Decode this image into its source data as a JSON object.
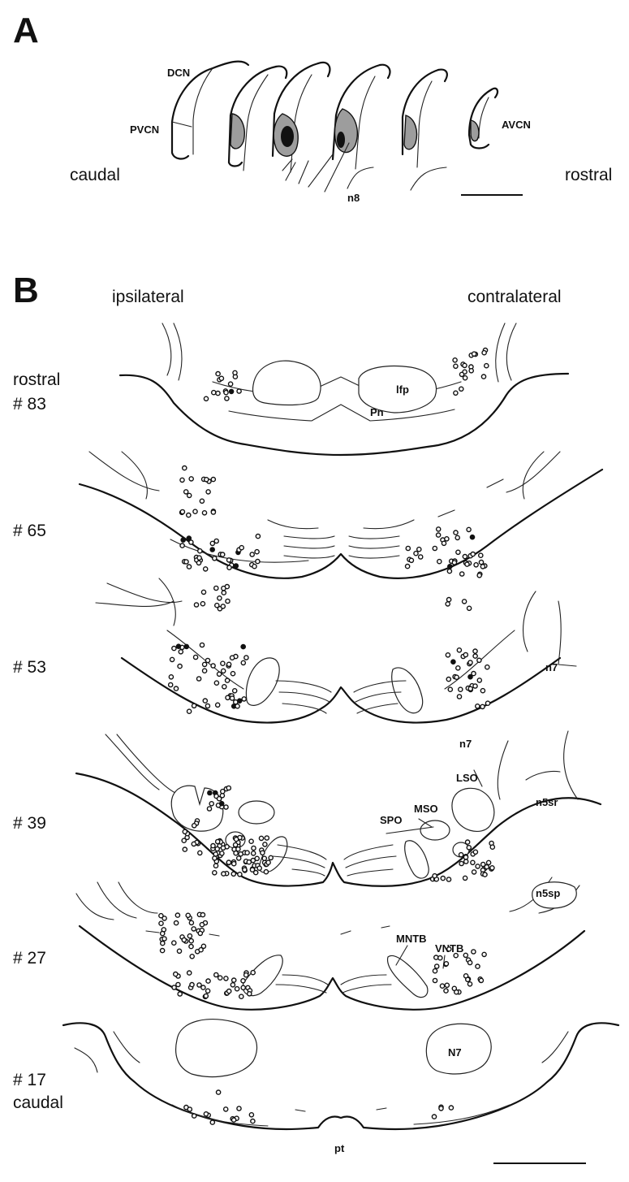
{
  "panelA": {
    "letter": "A",
    "caudal": "caudal",
    "rostral": "rostral",
    "dcn": "DCN",
    "pvcn": "PVCN",
    "avcn": "AVCN",
    "n8": "n8"
  },
  "panelB": {
    "letter": "B",
    "ipsilateral": "ipsilateral",
    "contralateral": "contralateral",
    "rostral": "rostral",
    "caudal": "caudal",
    "s83": "# 83",
    "s65": "# 65",
    "s53": "# 53",
    "s39": "# 39",
    "s27": "# 27",
    "s17": "# 17",
    "lfp": "lfp",
    "pn": "Pn",
    "n7a": "n7",
    "n7b": "n7",
    "n5sr": "n5sr",
    "lso": "LSO",
    "spo": "SPO",
    "mso": "MSO",
    "n5sp": "n5sp",
    "mntb": "MNTB",
    "vntb": "VNTB",
    "N7": "N7",
    "pt": "pt"
  }
}
